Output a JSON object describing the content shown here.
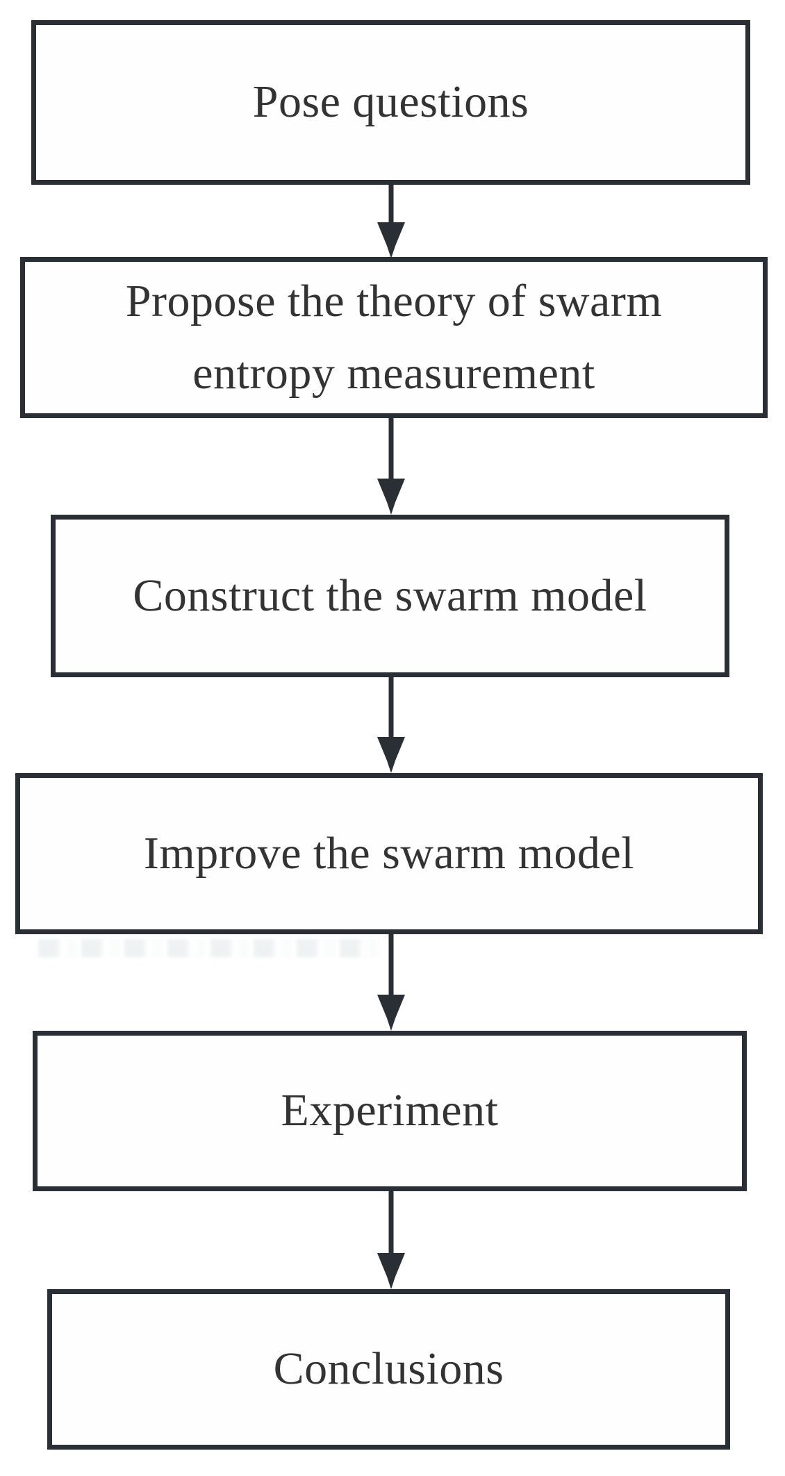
{
  "diagram": {
    "type": "flowchart",
    "direction": "top-down",
    "colors": {
      "background": "#ffffff",
      "box_border": "#2a2e35",
      "box_fill": "#fefefe",
      "text": "#333333",
      "arrow": "#2a2e35"
    },
    "nodes": [
      {
        "id": "pose-questions",
        "label": "Pose questions"
      },
      {
        "id": "propose-theory",
        "label": "Propose the theory of swarm entropy measurement"
      },
      {
        "id": "construct-model",
        "label": "Construct the swarm model"
      },
      {
        "id": "improve-model",
        "label": "Improve the swarm model"
      },
      {
        "id": "experiment",
        "label": "Experiment"
      },
      {
        "id": "conclusions",
        "label": "Conclusions"
      }
    ],
    "edges": [
      {
        "from": "pose-questions",
        "to": "propose-theory",
        "style": "arrow-down"
      },
      {
        "from": "propose-theory",
        "to": "construct-model",
        "style": "arrow-down"
      },
      {
        "from": "construct-model",
        "to": "improve-model",
        "style": "arrow-down"
      },
      {
        "from": "improve-model",
        "to": "experiment",
        "style": "arrow-down"
      },
      {
        "from": "experiment",
        "to": "conclusions",
        "style": "arrow-down"
      }
    ]
  }
}
